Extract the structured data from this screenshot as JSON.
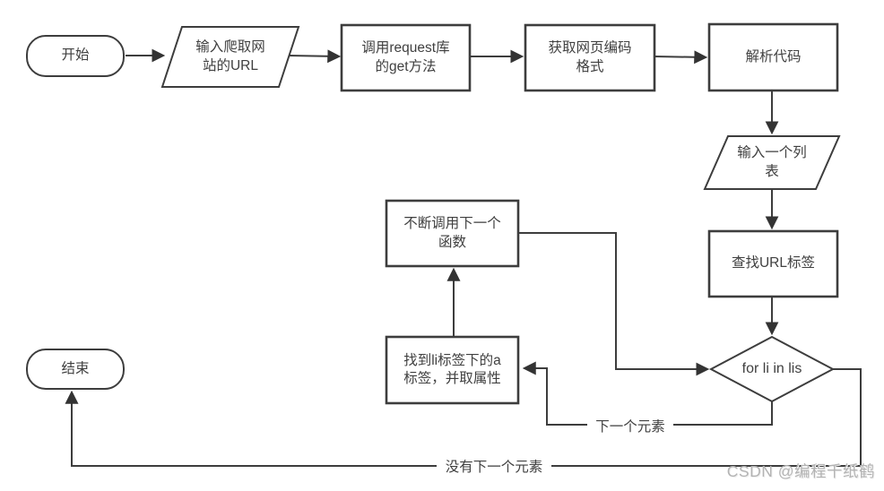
{
  "diagram": {
    "title": "web-crawler-flowchart",
    "nodes": {
      "start": {
        "label": "开始",
        "type": "terminator"
      },
      "input_url": {
        "label": "输入爬取网\n站的URL",
        "type": "io"
      },
      "call_get": {
        "label": "调用request库\n的get方法",
        "type": "process"
      },
      "get_encoding": {
        "label": "获取网页编码\n格式",
        "type": "process"
      },
      "parse_code": {
        "label": "解析代码",
        "type": "process"
      },
      "input_list": {
        "label": "输入一个列\n表",
        "type": "io"
      },
      "find_url_tag": {
        "label": "查找URL标签",
        "type": "process"
      },
      "for_loop": {
        "label": "for li in lis",
        "type": "decision"
      },
      "find_a_tag": {
        "label": "找到li标签下的a\n标签，并取属性",
        "type": "process"
      },
      "call_next": {
        "label": "不断调用下一个\n函数",
        "type": "process"
      },
      "end": {
        "label": "结束",
        "type": "terminator"
      }
    },
    "edge_labels": {
      "next_element": "下一个元素",
      "no_next_element": "没有下一个元素"
    },
    "watermark": "CSDN @编程千纸鹤",
    "colors": {
      "background": "#ffffff",
      "shape_stroke": "#3d3d3d",
      "line": "#3d3d3d",
      "arrow": "#333333",
      "text": "#404040",
      "watermark": "#b3b3b3"
    }
  }
}
